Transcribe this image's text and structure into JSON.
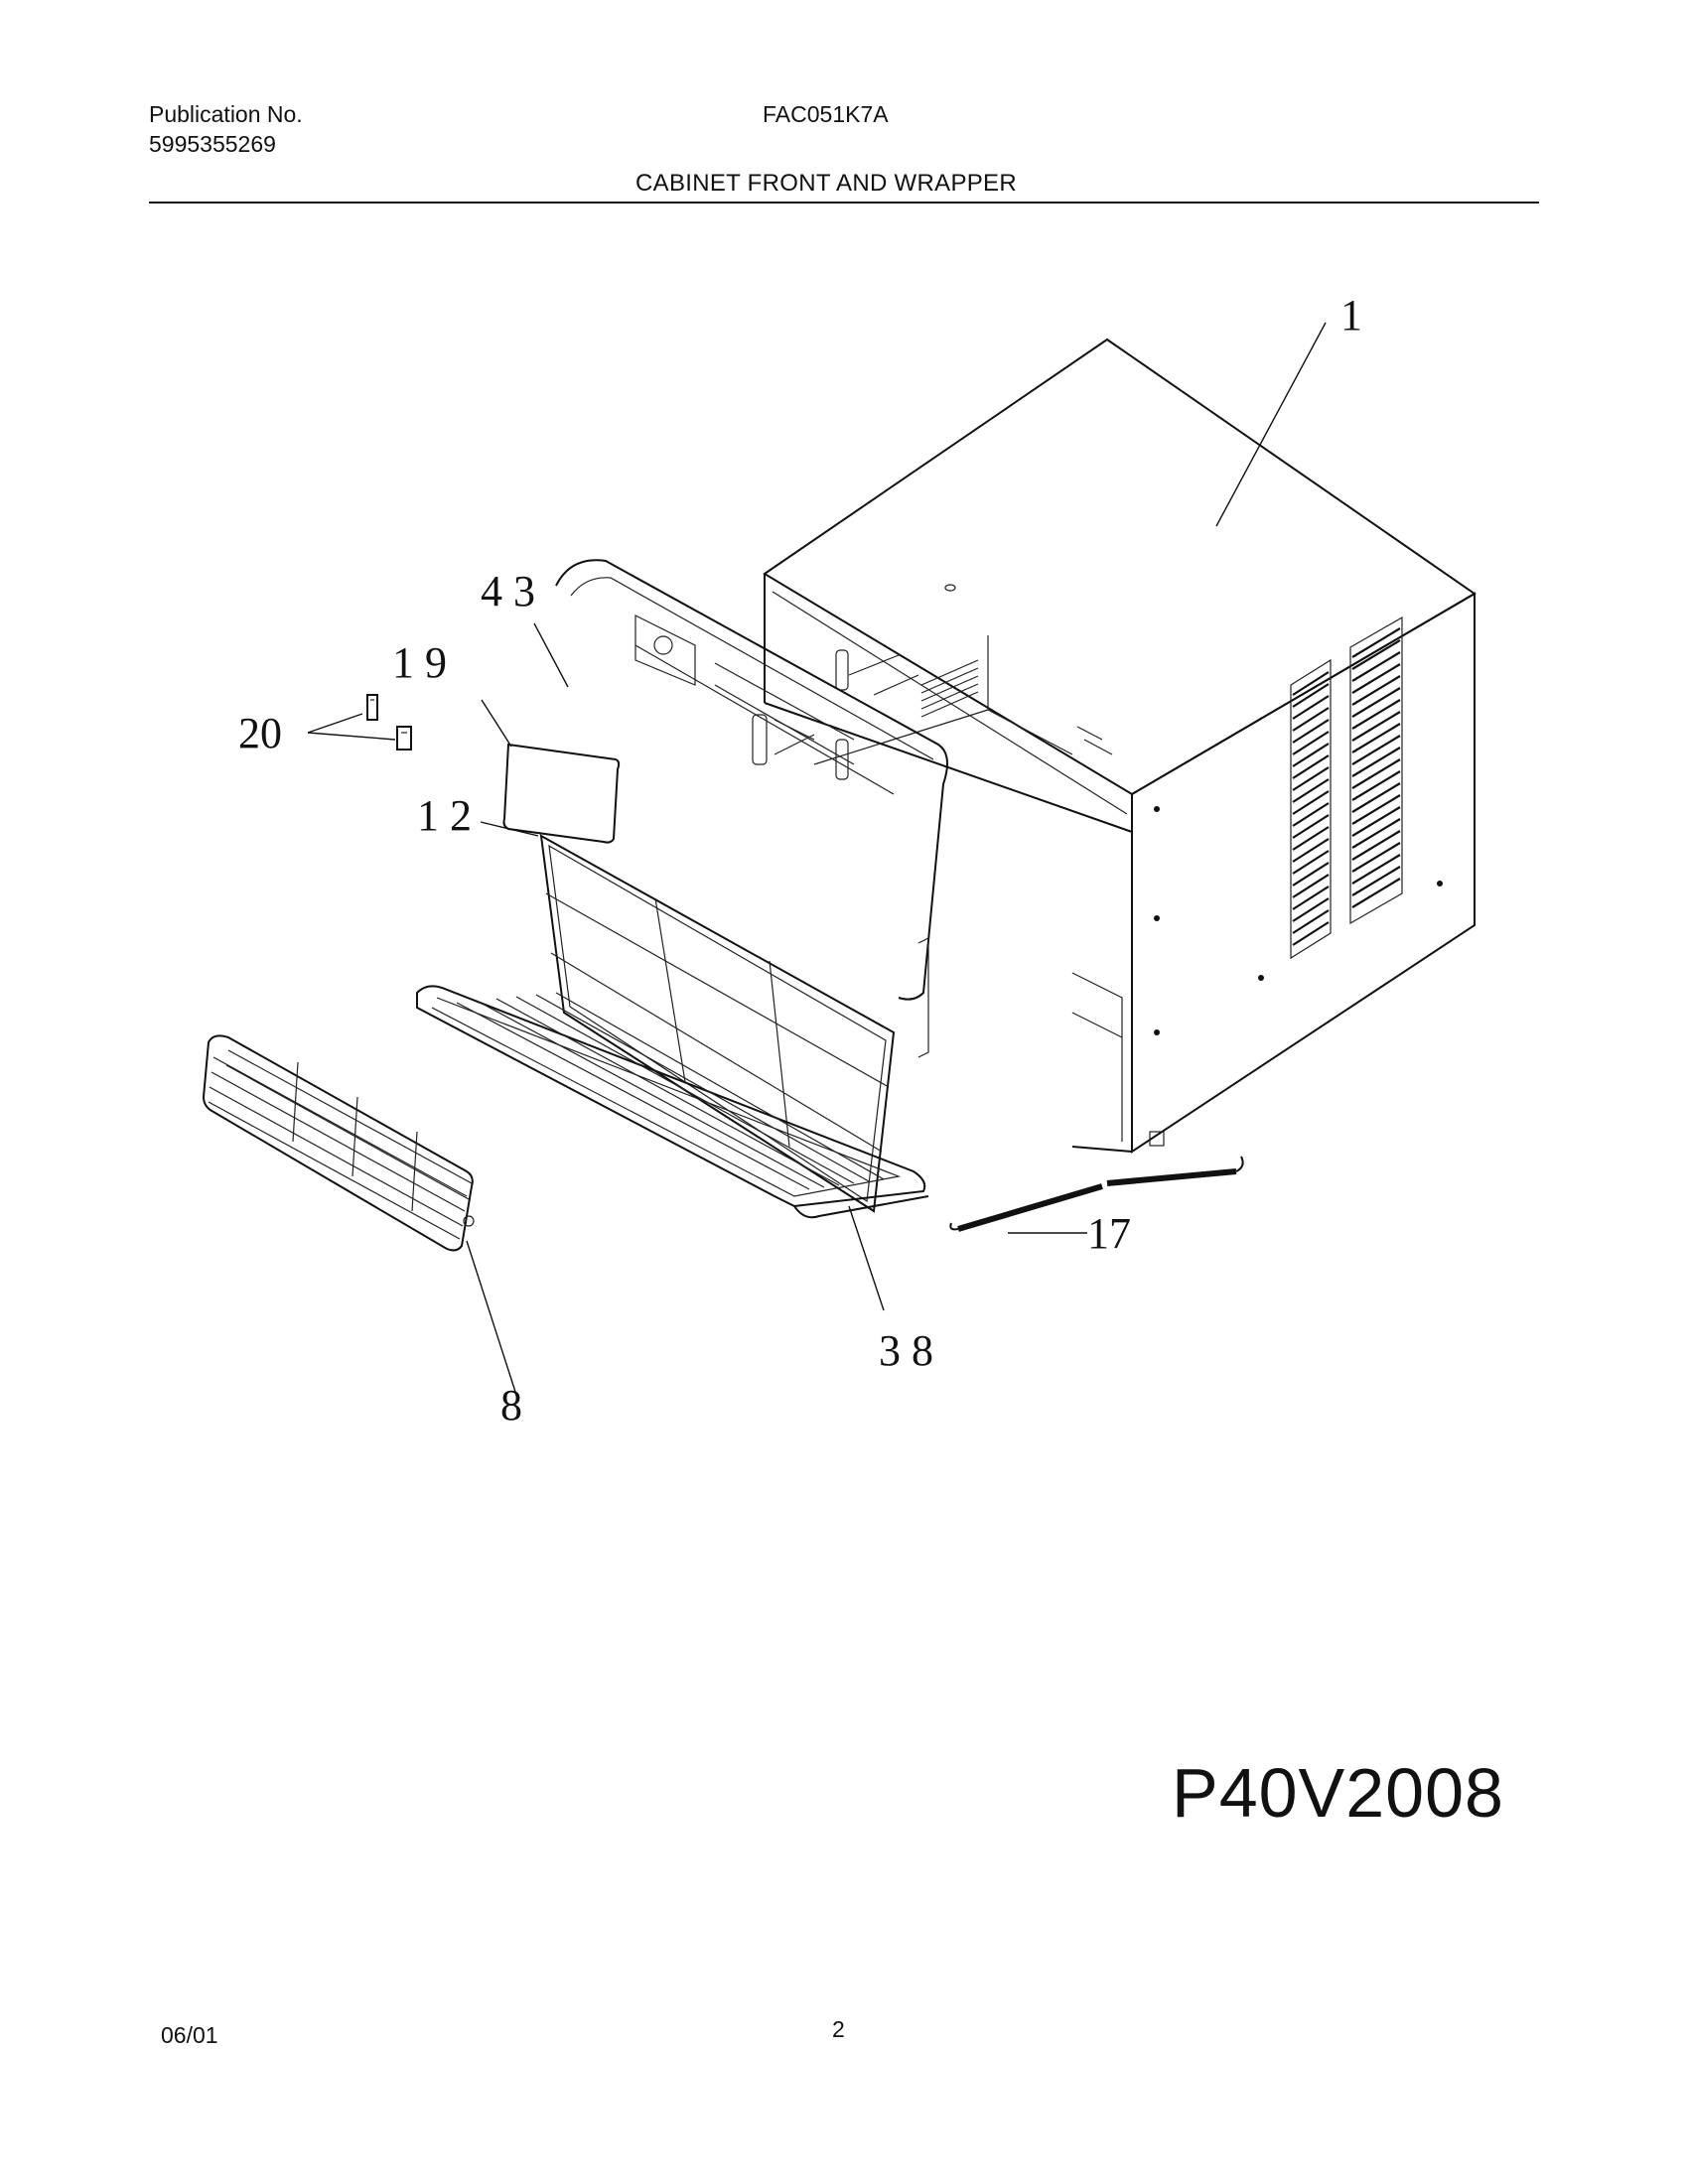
{
  "header": {
    "publication_label": "Publication No.",
    "publication_number": "5995355269",
    "model_number": "FAC051K7A",
    "section_title": "CABINET FRONT AND WRAPPER"
  },
  "callouts": {
    "c1": "1",
    "c43": "4 3",
    "c19": "1 9",
    "c20": "20",
    "c12": "1 2",
    "c17": "17",
    "c38": "3 8",
    "c8": "8"
  },
  "footer": {
    "drawing_code": "P40V2008",
    "date": "06/01",
    "page_number": "2"
  }
}
